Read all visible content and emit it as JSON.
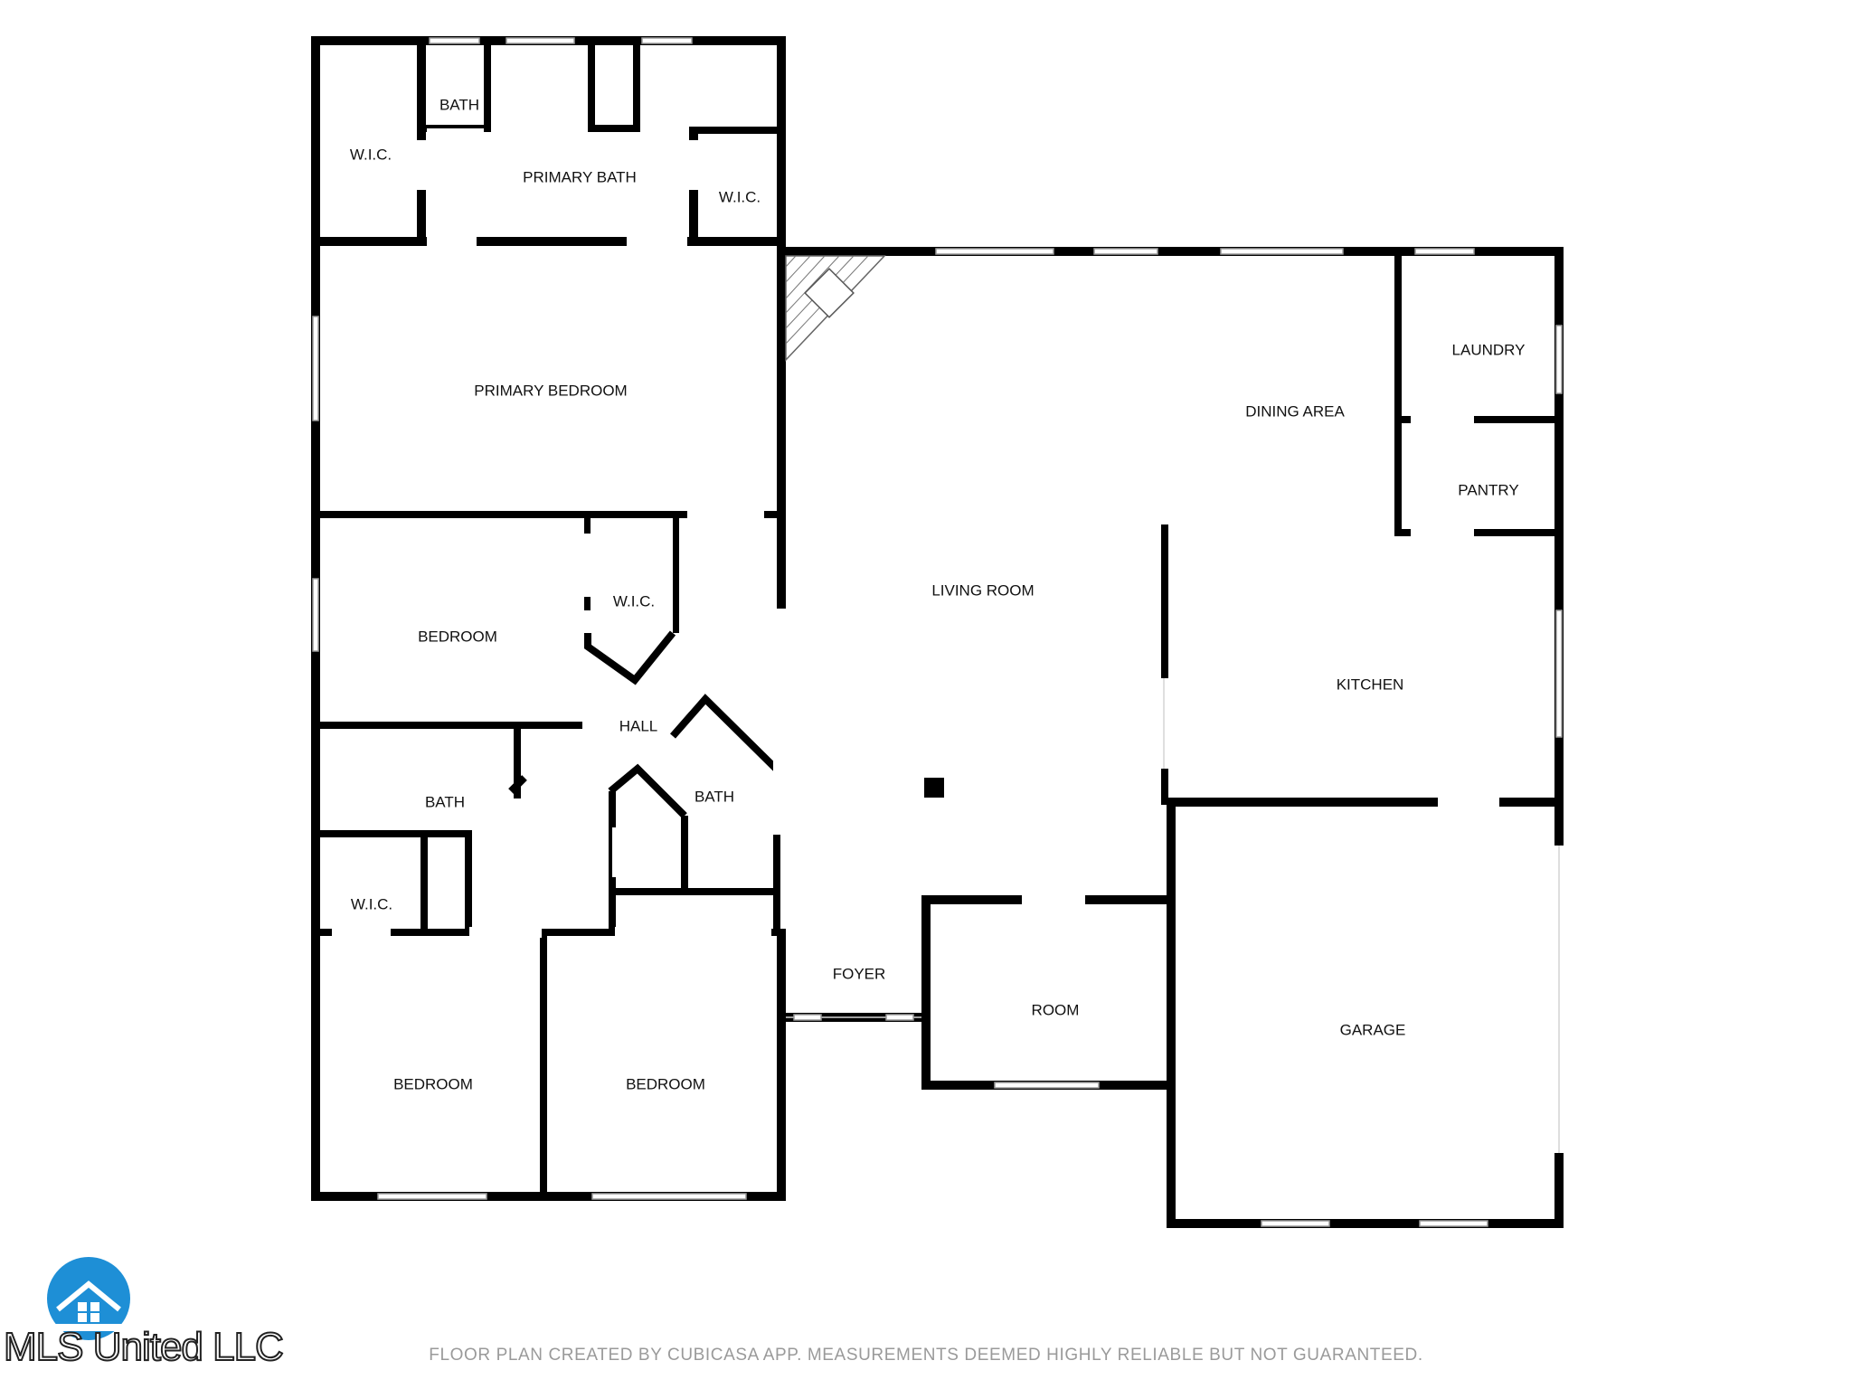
{
  "rooms": {
    "wic_1": "W.I.C.",
    "bath_1": "BATH",
    "primary_bath": "PRIMARY BATH",
    "wic_2": "W.I.C.",
    "primary_bedroom": "PRIMARY BEDROOM",
    "bedroom_1": "BEDROOM",
    "wic_3": "W.I.C.",
    "hall": "HALL",
    "bath_2": "BATH",
    "bath_3": "BATH",
    "wic_4": "W.I.C.",
    "bedroom_2": "BEDROOM",
    "bedroom_3": "BEDROOM",
    "foyer": "FOYER",
    "living_room": "LIVING ROOM",
    "dining_area": "DINING AREA",
    "laundry": "LAUNDRY",
    "pantry": "PANTRY",
    "kitchen": "KITCHEN",
    "room": "ROOM",
    "garage": "GARAGE"
  },
  "footer": "FLOOR PLAN CREATED BY CUBICASA APP. MEASUREMENTS DEEMED HIGHLY RELIABLE BUT NOT GUARANTEED.",
  "watermark": "MLS United LLC",
  "logo_icon": "house-in-circle-icon",
  "colors": {
    "wall": "#000000",
    "logo": "#1e8fd6",
    "footer_text": "#9a9a9a"
  }
}
